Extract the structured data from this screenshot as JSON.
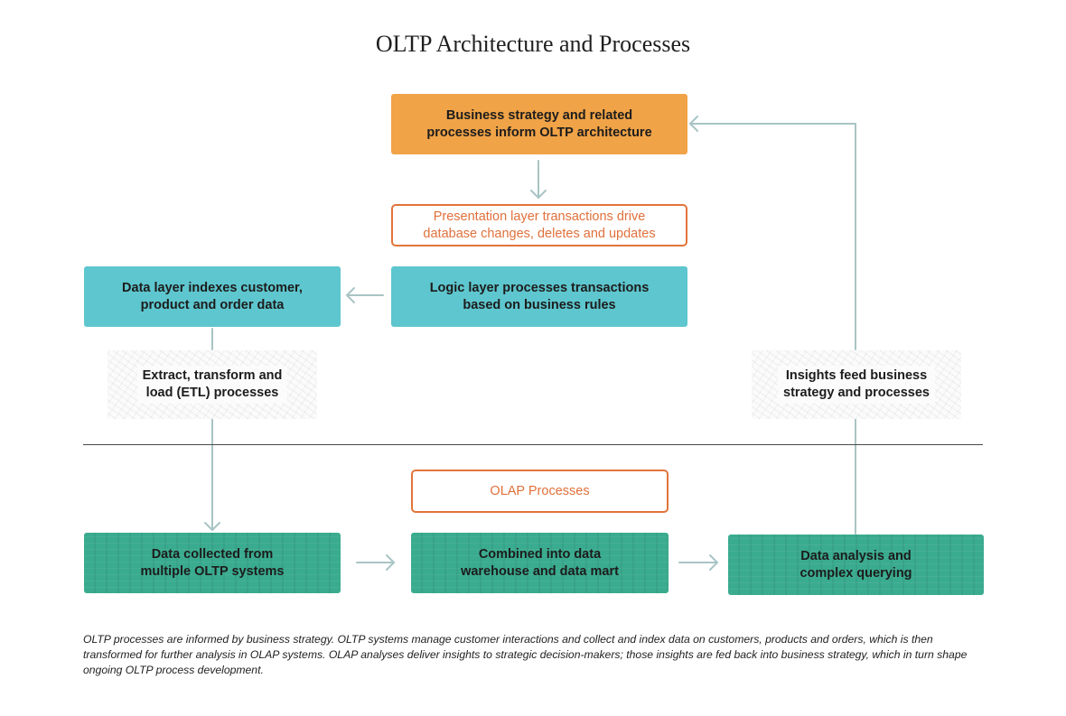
{
  "title": "OLTP Architecture and Processes",
  "boxes": {
    "business_strategy": [
      "Business strategy and related",
      "processes inform OLTP architecture"
    ],
    "presentation_layer": [
      "Presentation layer transactions drive",
      "database changes, deletes and updates"
    ],
    "data_layer": [
      "Data layer indexes customer,",
      "product and order data"
    ],
    "logic_layer": [
      "Logic layer processes transactions",
      "based on business rules"
    ],
    "etl": [
      "Extract, transform and",
      "load (ETL) processes"
    ],
    "insights": [
      "Insights feed business",
      "strategy and processes"
    ],
    "olap": [
      "OLAP Processes"
    ],
    "data_collected": [
      "Data collected from",
      "multiple OLTP systems"
    ],
    "combined": [
      "Combined into data",
      "warehouse and data mart"
    ],
    "analysis": [
      "Data analysis and",
      "complex querying"
    ]
  },
  "caption": "OLTP processes are informed by business strategy. OLTP systems manage customer interactions and collect and index data on customers, products and orders, which is then transformed for further analysis in OLAP systems. OLAP analyses deliver insights to strategic decision-makers; those insights are fed back into business strategy, which in turn shape ongoing OLTP process development.",
  "colors": {
    "orange": "#f0a347",
    "orange_outline": "#e2743a",
    "cyan": "#5ec6ce",
    "green": "#3aab8f",
    "arrow": "#a9c4c4"
  }
}
